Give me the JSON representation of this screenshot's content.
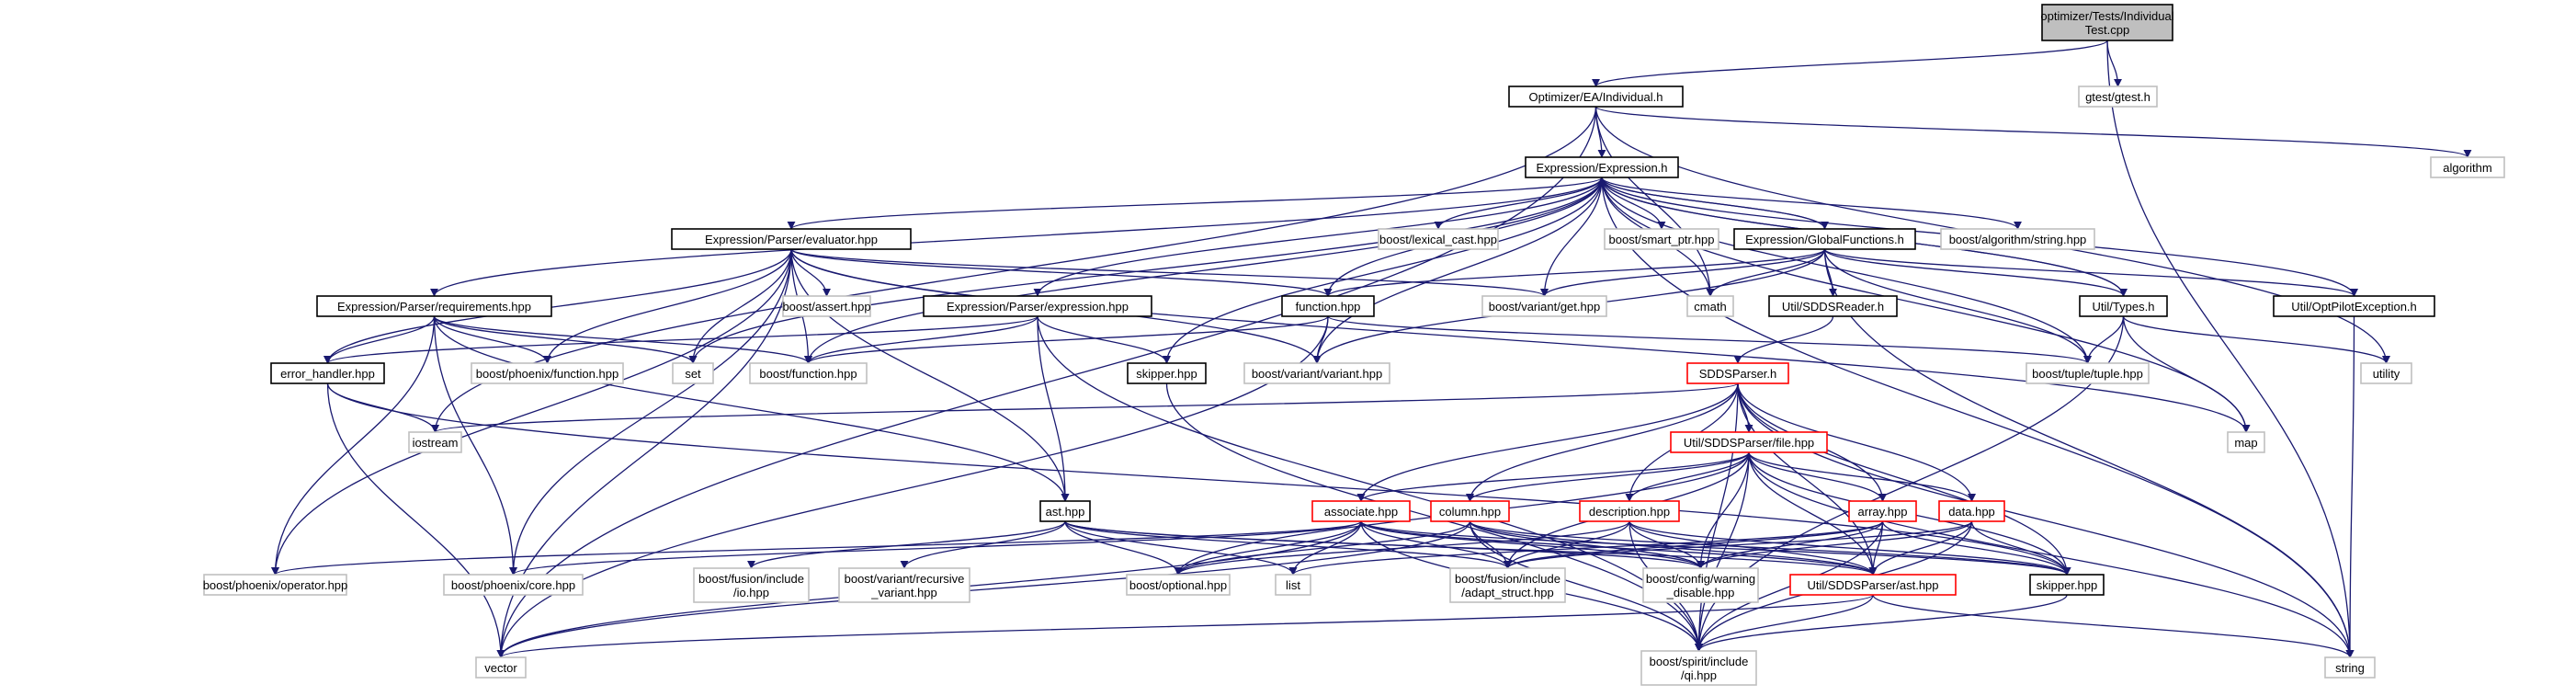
{
  "graph": {
    "colors": {
      "edge": "#191970",
      "root_fill": "#bfbfbf",
      "border_local": "#000000",
      "border_system": "#bfbfbf",
      "border_truncated": "#ff0000",
      "text": "#000000"
    },
    "nodes": [
      {
        "id": "n0",
        "lines": [
          "optimizer/Tests/Individual",
          "Test.cpp"
        ],
        "kind": "root"
      },
      {
        "id": "n1",
        "lines": [
          "Optimizer/EA/Individual.h"
        ],
        "kind": "local"
      },
      {
        "id": "n2",
        "lines": [
          "gtest/gtest.h"
        ],
        "kind": "system"
      },
      {
        "id": "n3",
        "lines": [
          "Expression/Expression.h"
        ],
        "kind": "local"
      },
      {
        "id": "n4",
        "lines": [
          "algorithm"
        ],
        "kind": "system"
      },
      {
        "id": "n5",
        "lines": [
          "Expression/Parser/evaluator.hpp"
        ],
        "kind": "local"
      },
      {
        "id": "n6",
        "lines": [
          "boost/lexical_cast.hpp"
        ],
        "kind": "system"
      },
      {
        "id": "n7",
        "lines": [
          "boost/smart_ptr.hpp"
        ],
        "kind": "system"
      },
      {
        "id": "n8",
        "lines": [
          "Expression/GlobalFunctions.h"
        ],
        "kind": "local"
      },
      {
        "id": "n9",
        "lines": [
          "boost/algorithm/string.hpp"
        ],
        "kind": "system"
      },
      {
        "id": "n10",
        "lines": [
          "Expression/Parser/requirements.hpp"
        ],
        "kind": "local"
      },
      {
        "id": "n11",
        "lines": [
          "boost/assert.hpp"
        ],
        "kind": "system"
      },
      {
        "id": "n12",
        "lines": [
          "Expression/Parser/expression.hpp"
        ],
        "kind": "local"
      },
      {
        "id": "n13",
        "lines": [
          "function.hpp"
        ],
        "kind": "local"
      },
      {
        "id": "n14",
        "lines": [
          "boost/variant/get.hpp"
        ],
        "kind": "system"
      },
      {
        "id": "n15",
        "lines": [
          "cmath"
        ],
        "kind": "system"
      },
      {
        "id": "n16",
        "lines": [
          "Util/SDDSReader.h"
        ],
        "kind": "local"
      },
      {
        "id": "n17",
        "lines": [
          "Util/Types.h"
        ],
        "kind": "local"
      },
      {
        "id": "n18",
        "lines": [
          "Util/OptPilotException.h"
        ],
        "kind": "local"
      },
      {
        "id": "n19",
        "lines": [
          "error_handler.hpp"
        ],
        "kind": "local"
      },
      {
        "id": "n20",
        "lines": [
          "boost/phoenix/function.hpp"
        ],
        "kind": "system"
      },
      {
        "id": "n21",
        "lines": [
          "set"
        ],
        "kind": "system"
      },
      {
        "id": "n22",
        "lines": [
          "boost/function.hpp"
        ],
        "kind": "system"
      },
      {
        "id": "n23",
        "lines": [
          "skipper.hpp"
        ],
        "kind": "local"
      },
      {
        "id": "n24",
        "lines": [
          "boost/variant/variant.hpp"
        ],
        "kind": "system"
      },
      {
        "id": "n25",
        "lines": [
          "SDDSParser.h"
        ],
        "kind": "truncated"
      },
      {
        "id": "n26",
        "lines": [
          "boost/tuple/tuple.hpp"
        ],
        "kind": "system"
      },
      {
        "id": "n27",
        "lines": [
          "utility"
        ],
        "kind": "system"
      },
      {
        "id": "n28",
        "lines": [
          "iostream"
        ],
        "kind": "system"
      },
      {
        "id": "n29",
        "lines": [
          "map"
        ],
        "kind": "system"
      },
      {
        "id": "n30",
        "lines": [
          "Util/SDDSParser/file.hpp"
        ],
        "kind": "truncated"
      },
      {
        "id": "n31",
        "lines": [
          "ast.hpp"
        ],
        "kind": "local"
      },
      {
        "id": "n32",
        "lines": [
          "associate.hpp"
        ],
        "kind": "truncated"
      },
      {
        "id": "n33",
        "lines": [
          "column.hpp"
        ],
        "kind": "truncated"
      },
      {
        "id": "n34",
        "lines": [
          "description.hpp"
        ],
        "kind": "truncated"
      },
      {
        "id": "n35",
        "lines": [
          "array.hpp"
        ],
        "kind": "truncated"
      },
      {
        "id": "n36",
        "lines": [
          "data.hpp"
        ],
        "kind": "truncated"
      },
      {
        "id": "n37",
        "lines": [
          "boost/phoenix/operator.hpp"
        ],
        "kind": "system"
      },
      {
        "id": "n38",
        "lines": [
          "boost/phoenix/core.hpp"
        ],
        "kind": "system"
      },
      {
        "id": "n39",
        "lines": [
          "boost/fusion/include",
          "/io.hpp"
        ],
        "kind": "system"
      },
      {
        "id": "n40",
        "lines": [
          "boost/variant/recursive",
          "_variant.hpp"
        ],
        "kind": "system"
      },
      {
        "id": "n41",
        "lines": [
          "boost/optional.hpp"
        ],
        "kind": "system"
      },
      {
        "id": "n42",
        "lines": [
          "list"
        ],
        "kind": "system"
      },
      {
        "id": "n43",
        "lines": [
          "boost/fusion/include",
          "/adapt_struct.hpp"
        ],
        "kind": "system"
      },
      {
        "id": "n44",
        "lines": [
          "boost/config/warning",
          "_disable.hpp"
        ],
        "kind": "system"
      },
      {
        "id": "n45",
        "lines": [
          "Util/SDDSParser/ast.hpp"
        ],
        "kind": "truncated"
      },
      {
        "id": "n46",
        "lines": [
          "skipper.hpp"
        ],
        "kind": "local"
      },
      {
        "id": "n47",
        "lines": [
          "vector"
        ],
        "kind": "system"
      },
      {
        "id": "n48",
        "lines": [
          "boost/spirit/include",
          "/qi.hpp"
        ],
        "kind": "system"
      },
      {
        "id": "n49",
        "lines": [
          "string"
        ],
        "kind": "system"
      }
    ],
    "edges": [
      [
        "n0",
        "n1"
      ],
      [
        "n0",
        "n2"
      ],
      [
        "n0",
        "n49"
      ],
      [
        "n1",
        "n3"
      ],
      [
        "n1",
        "n4"
      ],
      [
        "n1",
        "n28"
      ],
      [
        "n1",
        "n47"
      ],
      [
        "n1",
        "n27"
      ],
      [
        "n1",
        "n15"
      ],
      [
        "n3",
        "n5"
      ],
      [
        "n3",
        "n6"
      ],
      [
        "n3",
        "n7"
      ],
      [
        "n3",
        "n8"
      ],
      [
        "n3",
        "n9"
      ],
      [
        "n3",
        "n10"
      ],
      [
        "n3",
        "n12"
      ],
      [
        "n3",
        "n13"
      ],
      [
        "n3",
        "n14"
      ],
      [
        "n3",
        "n15"
      ],
      [
        "n3",
        "n17"
      ],
      [
        "n3",
        "n18"
      ],
      [
        "n3",
        "n21"
      ],
      [
        "n3",
        "n23"
      ],
      [
        "n3",
        "n24"
      ],
      [
        "n3",
        "n26"
      ],
      [
        "n3",
        "n29"
      ],
      [
        "n3",
        "n49"
      ],
      [
        "n3",
        "n22"
      ],
      [
        "n5",
        "n11"
      ],
      [
        "n5",
        "n19"
      ],
      [
        "n5",
        "n20"
      ],
      [
        "n5",
        "n21"
      ],
      [
        "n5",
        "n22"
      ],
      [
        "n5",
        "n24"
      ],
      [
        "n5",
        "n14"
      ],
      [
        "n5",
        "n31"
      ],
      [
        "n5",
        "n37"
      ],
      [
        "n5",
        "n38"
      ],
      [
        "n5",
        "n47"
      ],
      [
        "n5",
        "n13"
      ],
      [
        "n5",
        "n29"
      ],
      [
        "n8",
        "n3"
      ],
      [
        "n8",
        "n13"
      ],
      [
        "n8",
        "n14"
      ],
      [
        "n8",
        "n15"
      ],
      [
        "n8",
        "n16"
      ],
      [
        "n8",
        "n17"
      ],
      [
        "n8",
        "n18"
      ],
      [
        "n8",
        "n24"
      ],
      [
        "n8",
        "n26"
      ],
      [
        "n8",
        "n49"
      ],
      [
        "n10",
        "n19"
      ],
      [
        "n10",
        "n20"
      ],
      [
        "n10",
        "n21"
      ],
      [
        "n10",
        "n22"
      ],
      [
        "n10",
        "n31"
      ],
      [
        "n10",
        "n37"
      ],
      [
        "n10",
        "n38"
      ],
      [
        "n12",
        "n19"
      ],
      [
        "n12",
        "n22"
      ],
      [
        "n12",
        "n23"
      ],
      [
        "n12",
        "n31"
      ],
      [
        "n12",
        "n48"
      ],
      [
        "n13",
        "n22"
      ],
      [
        "n13",
        "n24"
      ],
      [
        "n13",
        "n26"
      ],
      [
        "n13",
        "n47"
      ],
      [
        "n16",
        "n25"
      ],
      [
        "n17",
        "n3"
      ],
      [
        "n17",
        "n26"
      ],
      [
        "n17",
        "n27"
      ],
      [
        "n17",
        "n29"
      ],
      [
        "n17",
        "n48"
      ],
      [
        "n18",
        "n49"
      ],
      [
        "n19",
        "n28"
      ],
      [
        "n19",
        "n47"
      ],
      [
        "n19",
        "n46"
      ],
      [
        "n23",
        "n48"
      ],
      [
        "n25",
        "n28"
      ],
      [
        "n25",
        "n30"
      ],
      [
        "n25",
        "n32"
      ],
      [
        "n25",
        "n33"
      ],
      [
        "n25",
        "n34"
      ],
      [
        "n25",
        "n35"
      ],
      [
        "n25",
        "n36"
      ],
      [
        "n25",
        "n45"
      ],
      [
        "n25",
        "n46"
      ],
      [
        "n25",
        "n48"
      ],
      [
        "n25",
        "n49"
      ],
      [
        "n30",
        "n32"
      ],
      [
        "n30",
        "n33"
      ],
      [
        "n30",
        "n34"
      ],
      [
        "n30",
        "n35"
      ],
      [
        "n30",
        "n36"
      ],
      [
        "n30",
        "n41"
      ],
      [
        "n30",
        "n43"
      ],
      [
        "n30",
        "n44"
      ],
      [
        "n30",
        "n45"
      ],
      [
        "n30",
        "n46"
      ],
      [
        "n30",
        "n48"
      ],
      [
        "n30",
        "n49"
      ],
      [
        "n31",
        "n39"
      ],
      [
        "n31",
        "n40"
      ],
      [
        "n31",
        "n41"
      ],
      [
        "n31",
        "n42"
      ],
      [
        "n31",
        "n43"
      ],
      [
        "n31",
        "n44"
      ],
      [
        "n31",
        "n45"
      ],
      [
        "n32",
        "n37"
      ],
      [
        "n32",
        "n38"
      ],
      [
        "n32",
        "n41"
      ],
      [
        "n32",
        "n42"
      ],
      [
        "n32",
        "n43"
      ],
      [
        "n32",
        "n44"
      ],
      [
        "n32",
        "n45"
      ],
      [
        "n32",
        "n46"
      ],
      [
        "n32",
        "n47"
      ],
      [
        "n32",
        "n48"
      ],
      [
        "n33",
        "n41"
      ],
      [
        "n33",
        "n43"
      ],
      [
        "n33",
        "n44"
      ],
      [
        "n33",
        "n45"
      ],
      [
        "n33",
        "n46"
      ],
      [
        "n33",
        "n47"
      ],
      [
        "n33",
        "n48"
      ],
      [
        "n34",
        "n41"
      ],
      [
        "n34",
        "n43"
      ],
      [
        "n34",
        "n44"
      ],
      [
        "n34",
        "n45"
      ],
      [
        "n34",
        "n46"
      ],
      [
        "n34",
        "n48"
      ],
      [
        "n35",
        "n42"
      ],
      [
        "n35",
        "n43"
      ],
      [
        "n35",
        "n44"
      ],
      [
        "n35",
        "n45"
      ],
      [
        "n35",
        "n46"
      ],
      [
        "n35",
        "n48"
      ],
      [
        "n36",
        "n43"
      ],
      [
        "n36",
        "n44"
      ],
      [
        "n36",
        "n45"
      ],
      [
        "n36",
        "n46"
      ],
      [
        "n36",
        "n48"
      ],
      [
        "n45",
        "n47"
      ],
      [
        "n45",
        "n48"
      ],
      [
        "n45",
        "n49"
      ],
      [
        "n46",
        "n48"
      ]
    ]
  }
}
